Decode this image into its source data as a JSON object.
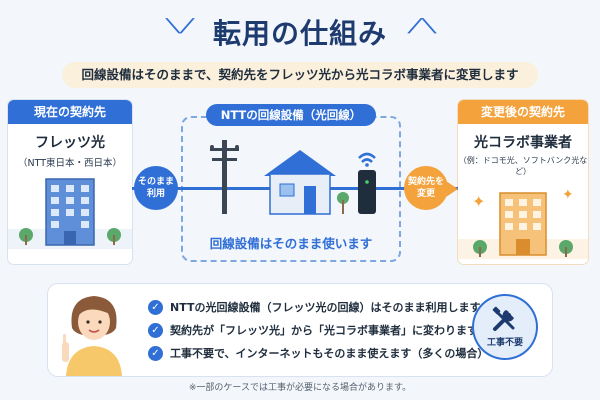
{
  "title": "転用の仕組み",
  "subtitle": "回線設備はそのままで、契約先をフレッツ光から光コラボ事業者に変更します",
  "left_box": {
    "header": "現在の契約先",
    "name": "フレッツ光",
    "sub": "（NTT東日本・西日本）"
  },
  "right_box": {
    "header": "変更後の契約先",
    "name": "光コラボ事業者",
    "sub": "（例：ドコモ光、ソフトバンク光など）"
  },
  "center": {
    "label": "NTTの回線設備（光回線）",
    "caption": "回線設備はそのまま使います"
  },
  "left_circle": [
    "そのまま",
    "利用"
  ],
  "right_circle": [
    "契約先を",
    "変更"
  ],
  "bullets": [
    "NTTの光回線設備（フレッツ光の回線）はそのまま利用します",
    "契約先が「フレッツ光」から「光コラボ事業者」に変わります",
    "工事不要で、インターネットもそのまま使えます（多くの場合）"
  ],
  "badge_label": "工事不要",
  "footnote": "※一部のケースでは工事が必要になる場合があります。",
  "colors": {
    "primary_blue": "#2f6fd6",
    "accent_orange": "#f3a23c",
    "background": "#f3f6fb",
    "title_navy": "#1d3b6f"
  },
  "icons": [
    "sparkle-icon",
    "office-building-icon",
    "utility-pole-icon",
    "house-icon",
    "wifi-router-icon",
    "tree-icon",
    "check-icon",
    "tools-icon",
    "person-illustration"
  ]
}
